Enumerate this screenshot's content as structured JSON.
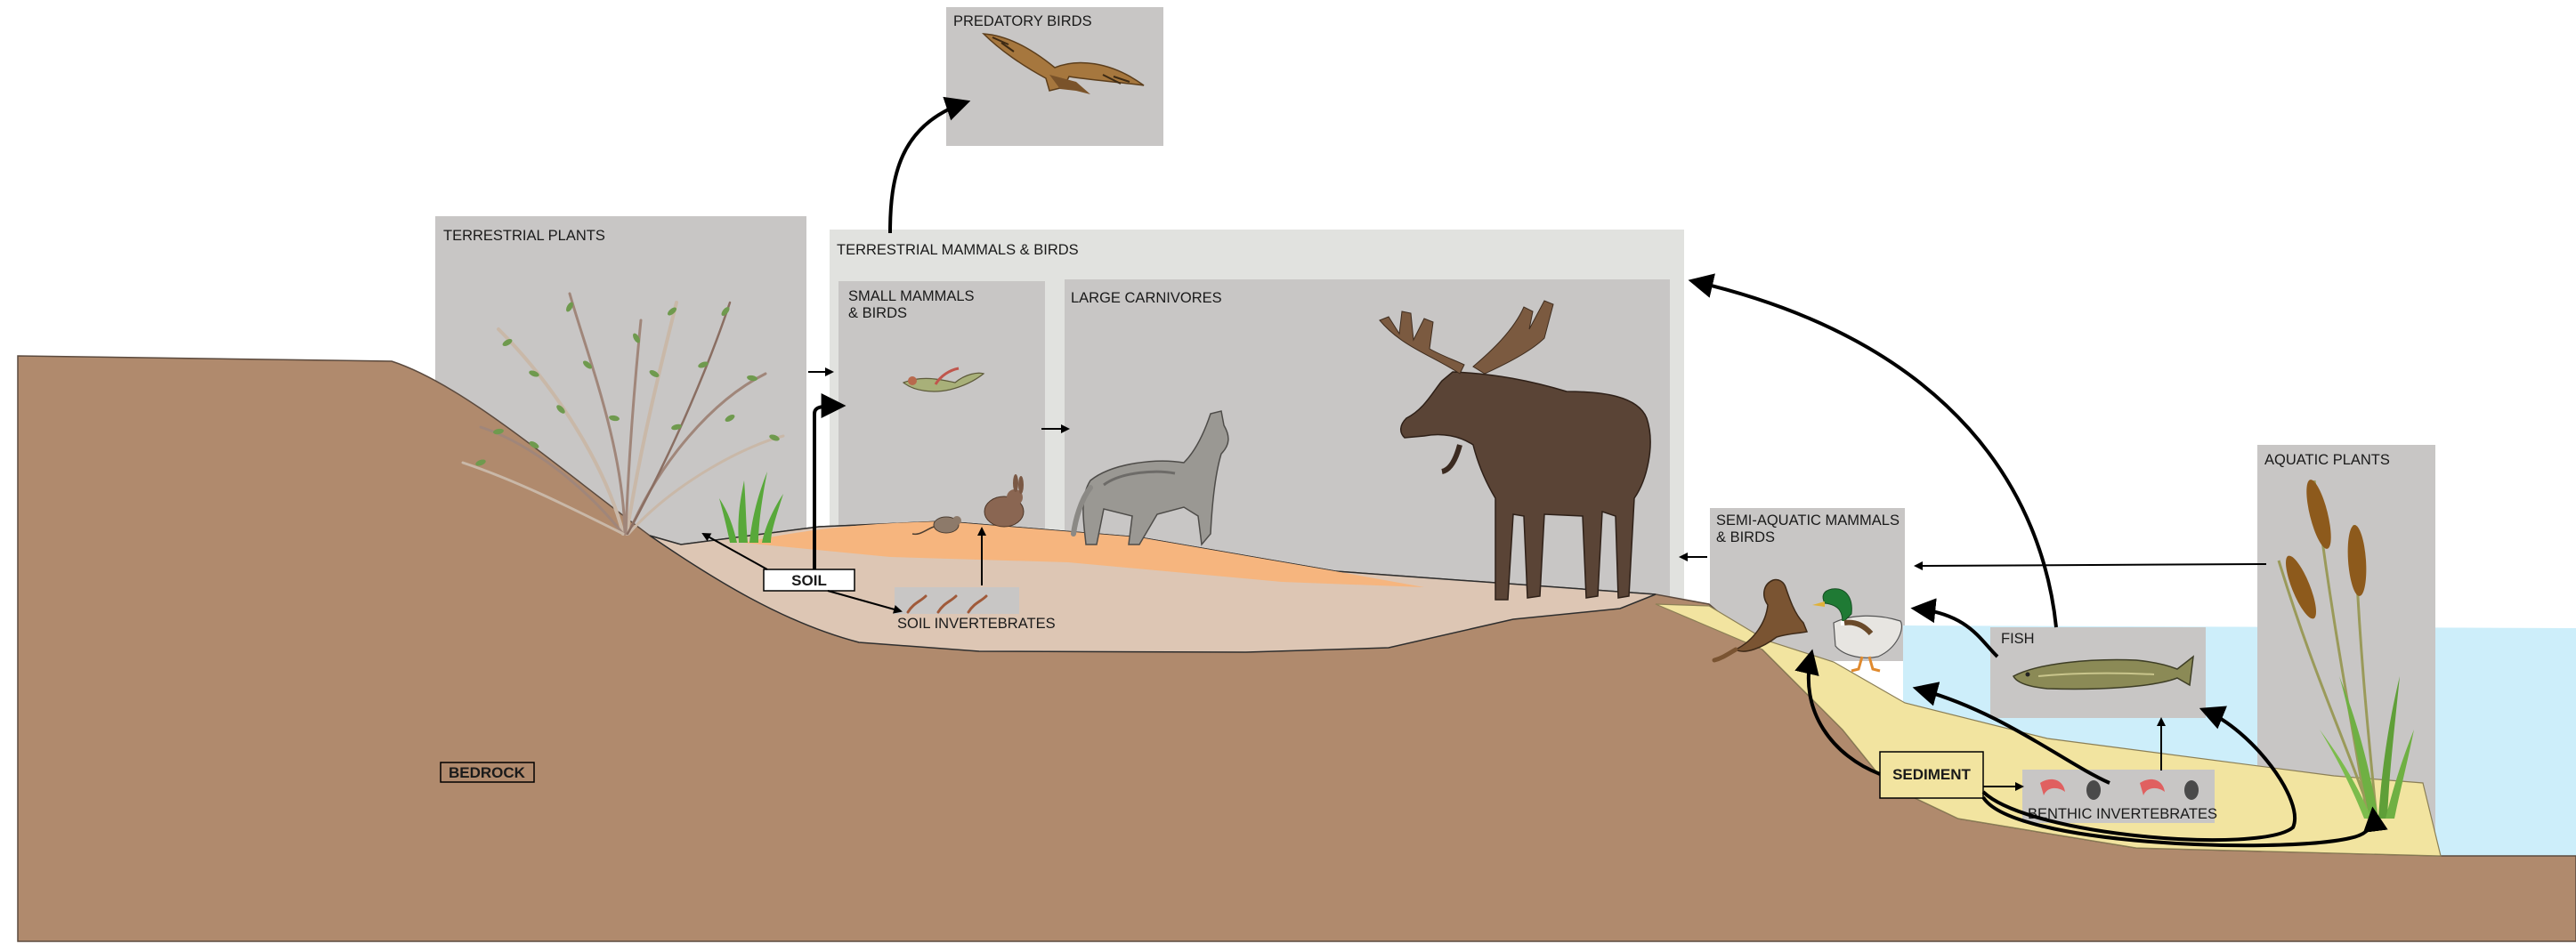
{
  "diagram": {
    "boxes": {
      "predatory_birds": "PREDATORY BIRDS",
      "terrestrial_plants": "TERRESTRIAL PLANTS",
      "terrestrial_mammals_birds": "TERRESTRIAL MAMMALS & BIRDS",
      "small_mammals_line1": "SMALL MAMMALS",
      "small_mammals_line2": "& BIRDS",
      "large_carnivores": "LARGE CARNIVORES",
      "semi_aquatic_line1": "SEMI-AQUATIC MAMMALS",
      "semi_aquatic_line2": "& BIRDS",
      "aquatic_plants": "AQUATIC PLANTS",
      "fish": "FISH",
      "soil_invertebrates": "SOIL INVERTEBRATES",
      "benthic_invertebrates": "BENTHIC INVERTEBRATES"
    },
    "compartments": {
      "soil": "SOIL",
      "sediment": "SEDIMENT",
      "bedrock": "BEDROCK"
    },
    "colors": {
      "bedrock": "#b08a6d",
      "soil_layer": "#ddc6b4",
      "orange_layer": "#f6b57e",
      "sediment": "#f2e4a0",
      "water": "#cdeefa",
      "panel": "#c8c6c5",
      "outer_panel": "#e1e2df",
      "arrow": "#000000"
    },
    "icons": [
      "hawk-icon",
      "shrub-icon",
      "grass-icon",
      "bird-icon",
      "mouse-icon",
      "rabbit-icon",
      "wolf-icon",
      "moose-icon",
      "worm-icon",
      "otter-icon",
      "duck-icon",
      "pike-icon",
      "cattail-icon",
      "shrimp-icon",
      "beetle-icon"
    ]
  }
}
